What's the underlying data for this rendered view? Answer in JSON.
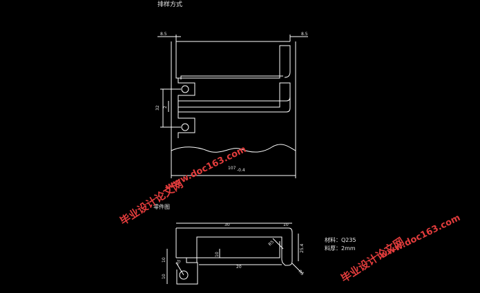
{
  "titles": {
    "layout": "排样方式",
    "part": "零件图"
  },
  "layout_dims": {
    "top_left": "8.5",
    "top_right": "8.5",
    "bottom": "107",
    "bottom_sub": "-0.4",
    "pitch": "32",
    "side": "2"
  },
  "part_dims": {
    "length_top": "30",
    "tip_top": "10",
    "width_right": "25.4",
    "inner_len": "20",
    "height_left_top": "10",
    "height_left_bottom": "10",
    "inner_height": "10",
    "radius_mid": "R5",
    "radius_hole": "R5",
    "radius_corner": "R5"
  },
  "notes": {
    "material": "材料：Q235",
    "thickness": "料厚：2mm"
  },
  "watermarks": {
    "site": "毕业设计论文网",
    "url": "www.doc163.com"
  },
  "colors": {
    "background": "#000000",
    "line": "#ffffff",
    "watermark": "#e23c3c"
  }
}
